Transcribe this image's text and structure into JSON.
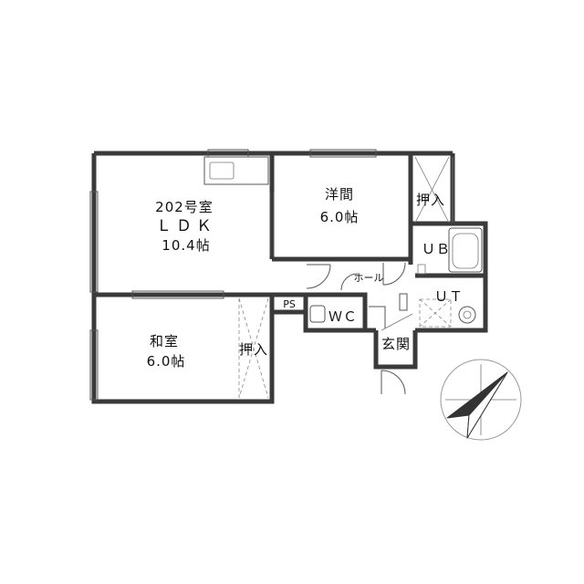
{
  "unit_number": "202号室",
  "rooms": {
    "ldk": {
      "name": "ＬＤＫ",
      "size": "10.4帖"
    },
    "western": {
      "name": "洋間",
      "size": "6.0帖"
    },
    "japanese": {
      "name": "和室",
      "size": "6.0帖"
    },
    "closet_north": "押入",
    "closet_south": "押入",
    "bath": "ＵＢ",
    "utility": "ＵＴ",
    "toilet": "ＷＣ",
    "hall": "ホール",
    "entrance": "玄関",
    "pipe_space": "PS"
  },
  "compass": {
    "icon": "north-arrow-icon"
  }
}
